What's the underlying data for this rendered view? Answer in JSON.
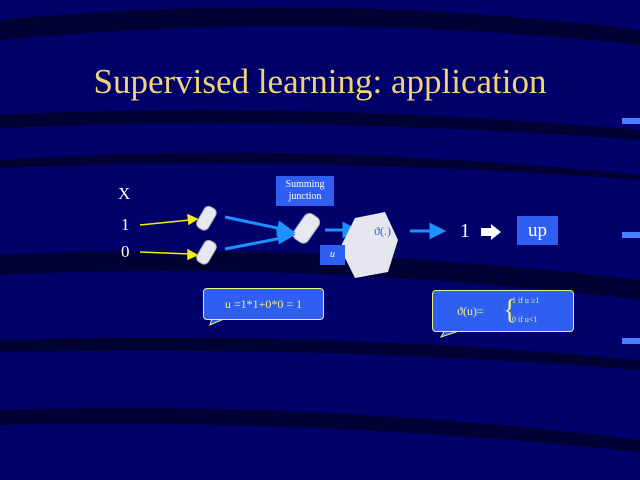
{
  "title": "Supervised learning: application",
  "inputs": {
    "header": "X",
    "x1": "1",
    "x2": "0"
  },
  "summing_label": "Summing junction",
  "u_label": "u",
  "activation_label": "ϑ(.)",
  "output_value": "1",
  "output_label": "up",
  "callout_sum": "u =1*1+0*0 = 1",
  "callout_activation": {
    "lhs": "ϑ(u)=",
    "case1": "1 if u ≥1",
    "case2": "0 if u<1"
  },
  "colors": {
    "background": "#00006a",
    "title": "#f0d27a",
    "box": "#2f5ff0",
    "arrow": "#1e90ff",
    "input_arrow": "#f0f000"
  }
}
